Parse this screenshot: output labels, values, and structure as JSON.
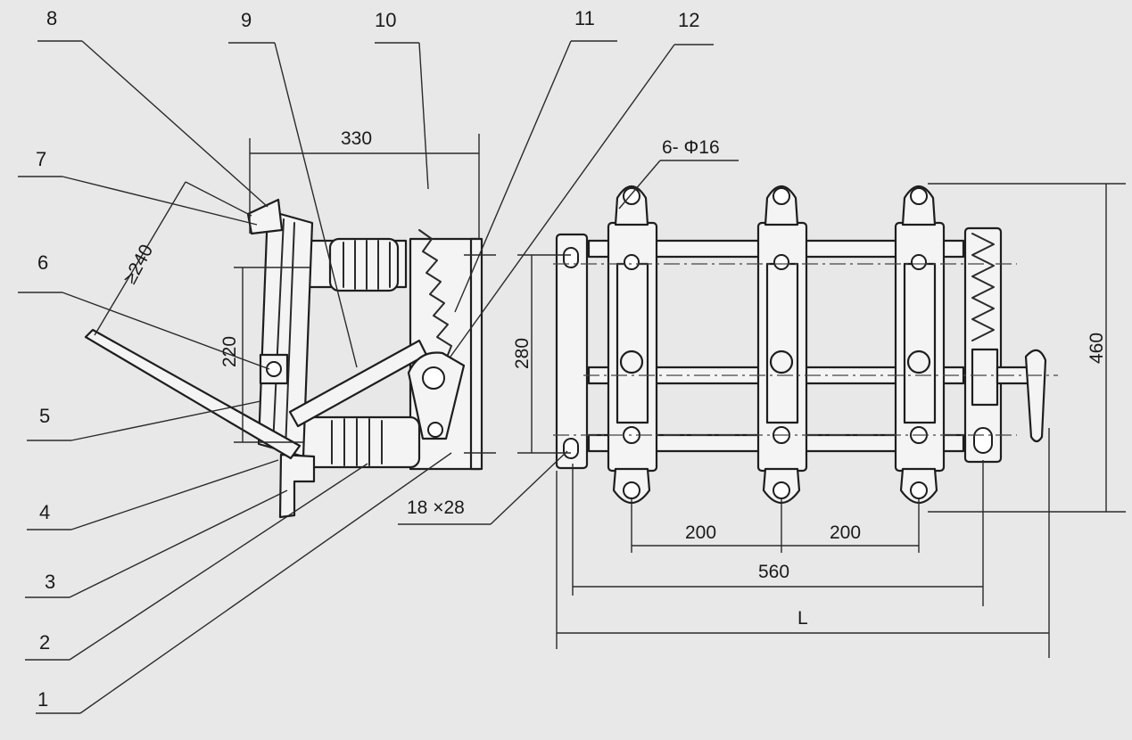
{
  "part_labels": [
    "1",
    "2",
    "3",
    "4",
    "5",
    "6",
    "7",
    "8",
    "9",
    "10",
    "11",
    "12"
  ],
  "dimensions": {
    "d330": "330",
    "d220": "220",
    "d240": "≥240",
    "d280": "280",
    "d460": "460",
    "d200a": "200",
    "d200b": "200",
    "d560": "560",
    "dL": "L",
    "holes": "6- Φ16",
    "slot": "18 ×28"
  },
  "colors": {
    "background": "#e8e8e8",
    "line": "#2a2a2a",
    "part_fill": "#f4f4f4"
  }
}
